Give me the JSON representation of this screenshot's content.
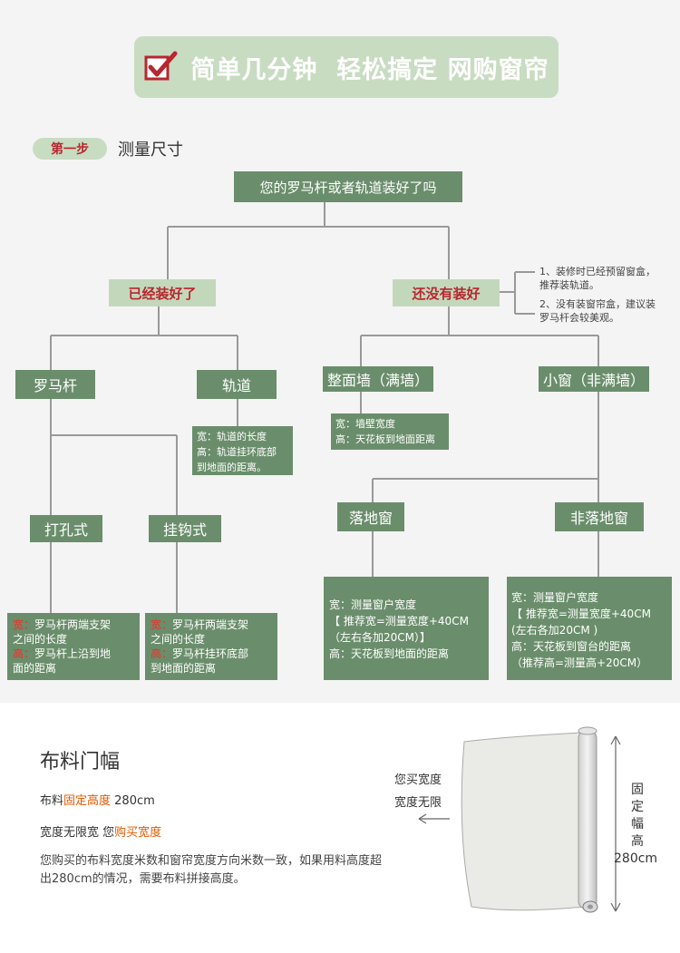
{
  "banner": {
    "title": "简单几分钟  轻松搞定 网购窗帘",
    "check_icon": "checkbox-check-icon"
  },
  "step": {
    "badge": "第一步",
    "title": "测量尺寸"
  },
  "tree": {
    "root": "您的罗马杆或者轨道装好了吗",
    "installed": "已经装好了",
    "not_installed": "还没有装好",
    "roman_rod": "罗马杆",
    "track": "轨道",
    "full_wall": "整面墙（满墙）",
    "small_window": "小窗（非满墙）",
    "drill_type": "打孔式",
    "hook_type": "挂钩式",
    "floor_window": "落地窗",
    "non_floor_window": "非落地窗"
  },
  "tips": {
    "line1a": "1、装修时已经预留窗盒，",
    "line1b": "推荐装轨道。",
    "line2a": "2、没有装窗帘盒，建议装",
    "line2b": "罗马杆会较美观。"
  },
  "notes": {
    "track": {
      "w_key": "宽：",
      "w_val": "轨道的长度",
      "h_key": "高：",
      "h_val1": "轨道挂环底部",
      "h_val2": "到地面的距离。"
    },
    "full_wall": {
      "w_key": "宽：",
      "w_val": "墙壁宽度",
      "h_key": "高：",
      "h_val": "天花板到地面距离"
    },
    "drill": {
      "w_key": "宽：",
      "w_val1": "罗马杆两端支架",
      "w_val2": "之间的长度",
      "h_key": "高：",
      "h_val1": "罗马杆上沿到地",
      "h_val2": "面的距离"
    },
    "hook": {
      "w_key": "宽：",
      "w_val1": "罗马杆两端支架",
      "w_val2": "之间的长度",
      "h_key": "高：",
      "h_val1": "罗马杆挂环底部",
      "h_val2": "到地面的距离"
    },
    "floor": {
      "l1": "宽：测量窗户宽度",
      "l2": "【 推荐宽=测量宽度+40CM",
      "l3": "（左右各加20CM）】",
      "l4": "高：天花板到地面的距离"
    },
    "non_floor": {
      "l1": "宽：测量窗户宽度",
      "l2": "【 推荐宽=测量宽度+40CM",
      "l3": "(左右各加20CM )",
      "l4": "高：天花板到窗台的距离",
      "l5": "（推荐高=测量高+20CM）"
    }
  },
  "fabric": {
    "title": "布料门幅",
    "fixed_prefix": "布料",
    "fixed_hl": "固定高度",
    "fixed_suffix": " 280cm",
    "width_prefix": "宽度无限宽 您",
    "width_hl": "购买宽度",
    "desc": "您购买的布料宽度米数和窗帘宽度方向米数一致，如果用料高度超出280cm的情况，需要布料拼接高度。",
    "roll_label1": "您买宽度",
    "roll_label2": "宽度无限",
    "height_chars": [
      "固",
      "定",
      "幅",
      "高"
    ],
    "height_value": "280cm"
  },
  "colors": {
    "accent_green": "#6a8e6b",
    "light_green": "#c8dcc2",
    "red": "#b8262e",
    "highlight": "#e05a00"
  }
}
